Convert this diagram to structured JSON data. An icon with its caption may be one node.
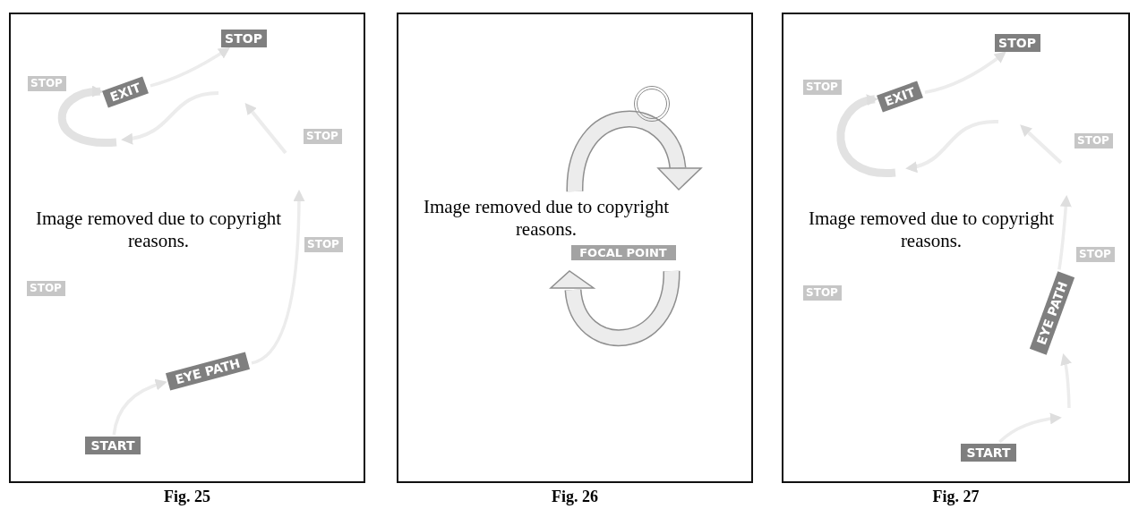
{
  "diagram": {
    "nodes": [
      {
        "text": [
          "Image removed due to copyright reasons."
        ],
        "beside": [
          "Fig. 25"
        ]
      },
      {
        "text": [
          "STOP"
        ],
        "in": 0
      },
      {
        "text": [
          "STOP"
        ],
        "in": 0
      },
      {
        "text": [
          "EXIT"
        ],
        "in": 0
      },
      {
        "text": [
          "STOP"
        ],
        "in": 0
      },
      {
        "text": [
          "STOP"
        ],
        "in": 0
      },
      {
        "text": [
          "STOP"
        ],
        "in": 0
      },
      {
        "text": [
          "EYE PATH"
        ],
        "in": 0
      },
      {
        "text": [
          "START"
        ],
        "in": 0
      },
      {
        "text": [
          "Image removed due to copyright reasons."
        ],
        "beside": [
          "Fig. 26"
        ]
      },
      {
        "text": [],
        "shape": "circle",
        "in": 9
      },
      {
        "text": [
          "FOCAL POINT"
        ],
        "in": 9
      },
      {
        "text": [
          "Image removed due to copyright reasons."
        ],
        "beside": [
          "Fig. 27"
        ]
      },
      {
        "text": [
          "STOP"
        ],
        "in": 12
      },
      {
        "text": [
          "STOP"
        ],
        "in": 12
      },
      {
        "text": [
          "EXIT"
        ],
        "in": 12
      },
      {
        "text": [
          "STOP"
        ],
        "in": 12
      },
      {
        "text": [
          "STOP"
        ],
        "in": 12
      },
      {
        "text": [
          "STOP"
        ],
        "in": 12
      },
      {
        "text": [
          "EYE PATH"
        ],
        "in": 12
      },
      {
        "text": [
          "START"
        ],
        "in": 12
      }
    ],
    "edges": [
      {
        "from": 8,
        "to": 7,
        "arrow": "to"
      },
      {
        "from": 7,
        "to": null,
        "arrow": "to"
      },
      {
        "from": null,
        "to": 3,
        "arrow": "to",
        "style": "thick"
      },
      {
        "from": 3,
        "to": 1,
        "arrow": "to"
      },
      {
        "from": 20,
        "to": null,
        "arrow": "to"
      },
      {
        "from": null,
        "to": 19,
        "arrow": "to"
      },
      {
        "from": 19,
        "to": null,
        "arrow": "to"
      },
      {
        "from": null,
        "to": 15,
        "arrow": "to",
        "style": "thick"
      },
      {
        "from": 15,
        "to": 13,
        "arrow": "to"
      }
    ]
  }
}
